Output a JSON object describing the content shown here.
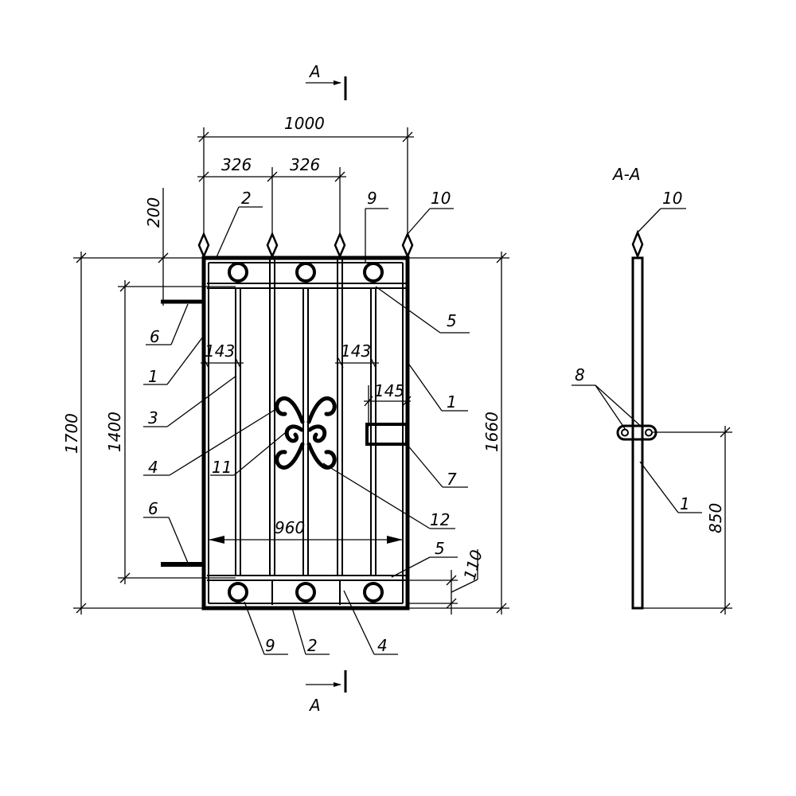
{
  "section_marks": {
    "top": "A",
    "bottom": "A",
    "view_title": "A-A"
  },
  "dimensions": {
    "overall_width": "1000",
    "spacing_left": "326",
    "spacing_right": "326",
    "top_offset": "200",
    "overall_height": "1700",
    "inner_height": "1400",
    "right_height": "1660",
    "bay_left": "143",
    "bay_right": "143",
    "latch_offset": "145",
    "inner_width": "960",
    "bottom_offset": "110",
    "hinge_height": "850"
  },
  "callouts": {
    "frame_left": "1",
    "frame_right": "1",
    "top_rail": "2",
    "bottom_rail": "2",
    "bar": "3",
    "scroll": "4",
    "bottom_ring": "4",
    "crossbar_top": "5",
    "crossbar_bottom": "5",
    "hinge_top": "6",
    "hinge_bottom": "6",
    "latch": "7",
    "ring_top": "9",
    "ring_bottom": "9",
    "spike": "10",
    "scroll_small": "11",
    "scroll_large": "12",
    "section_hinges": "8",
    "section_frame": "1",
    "section_spike": "10"
  }
}
